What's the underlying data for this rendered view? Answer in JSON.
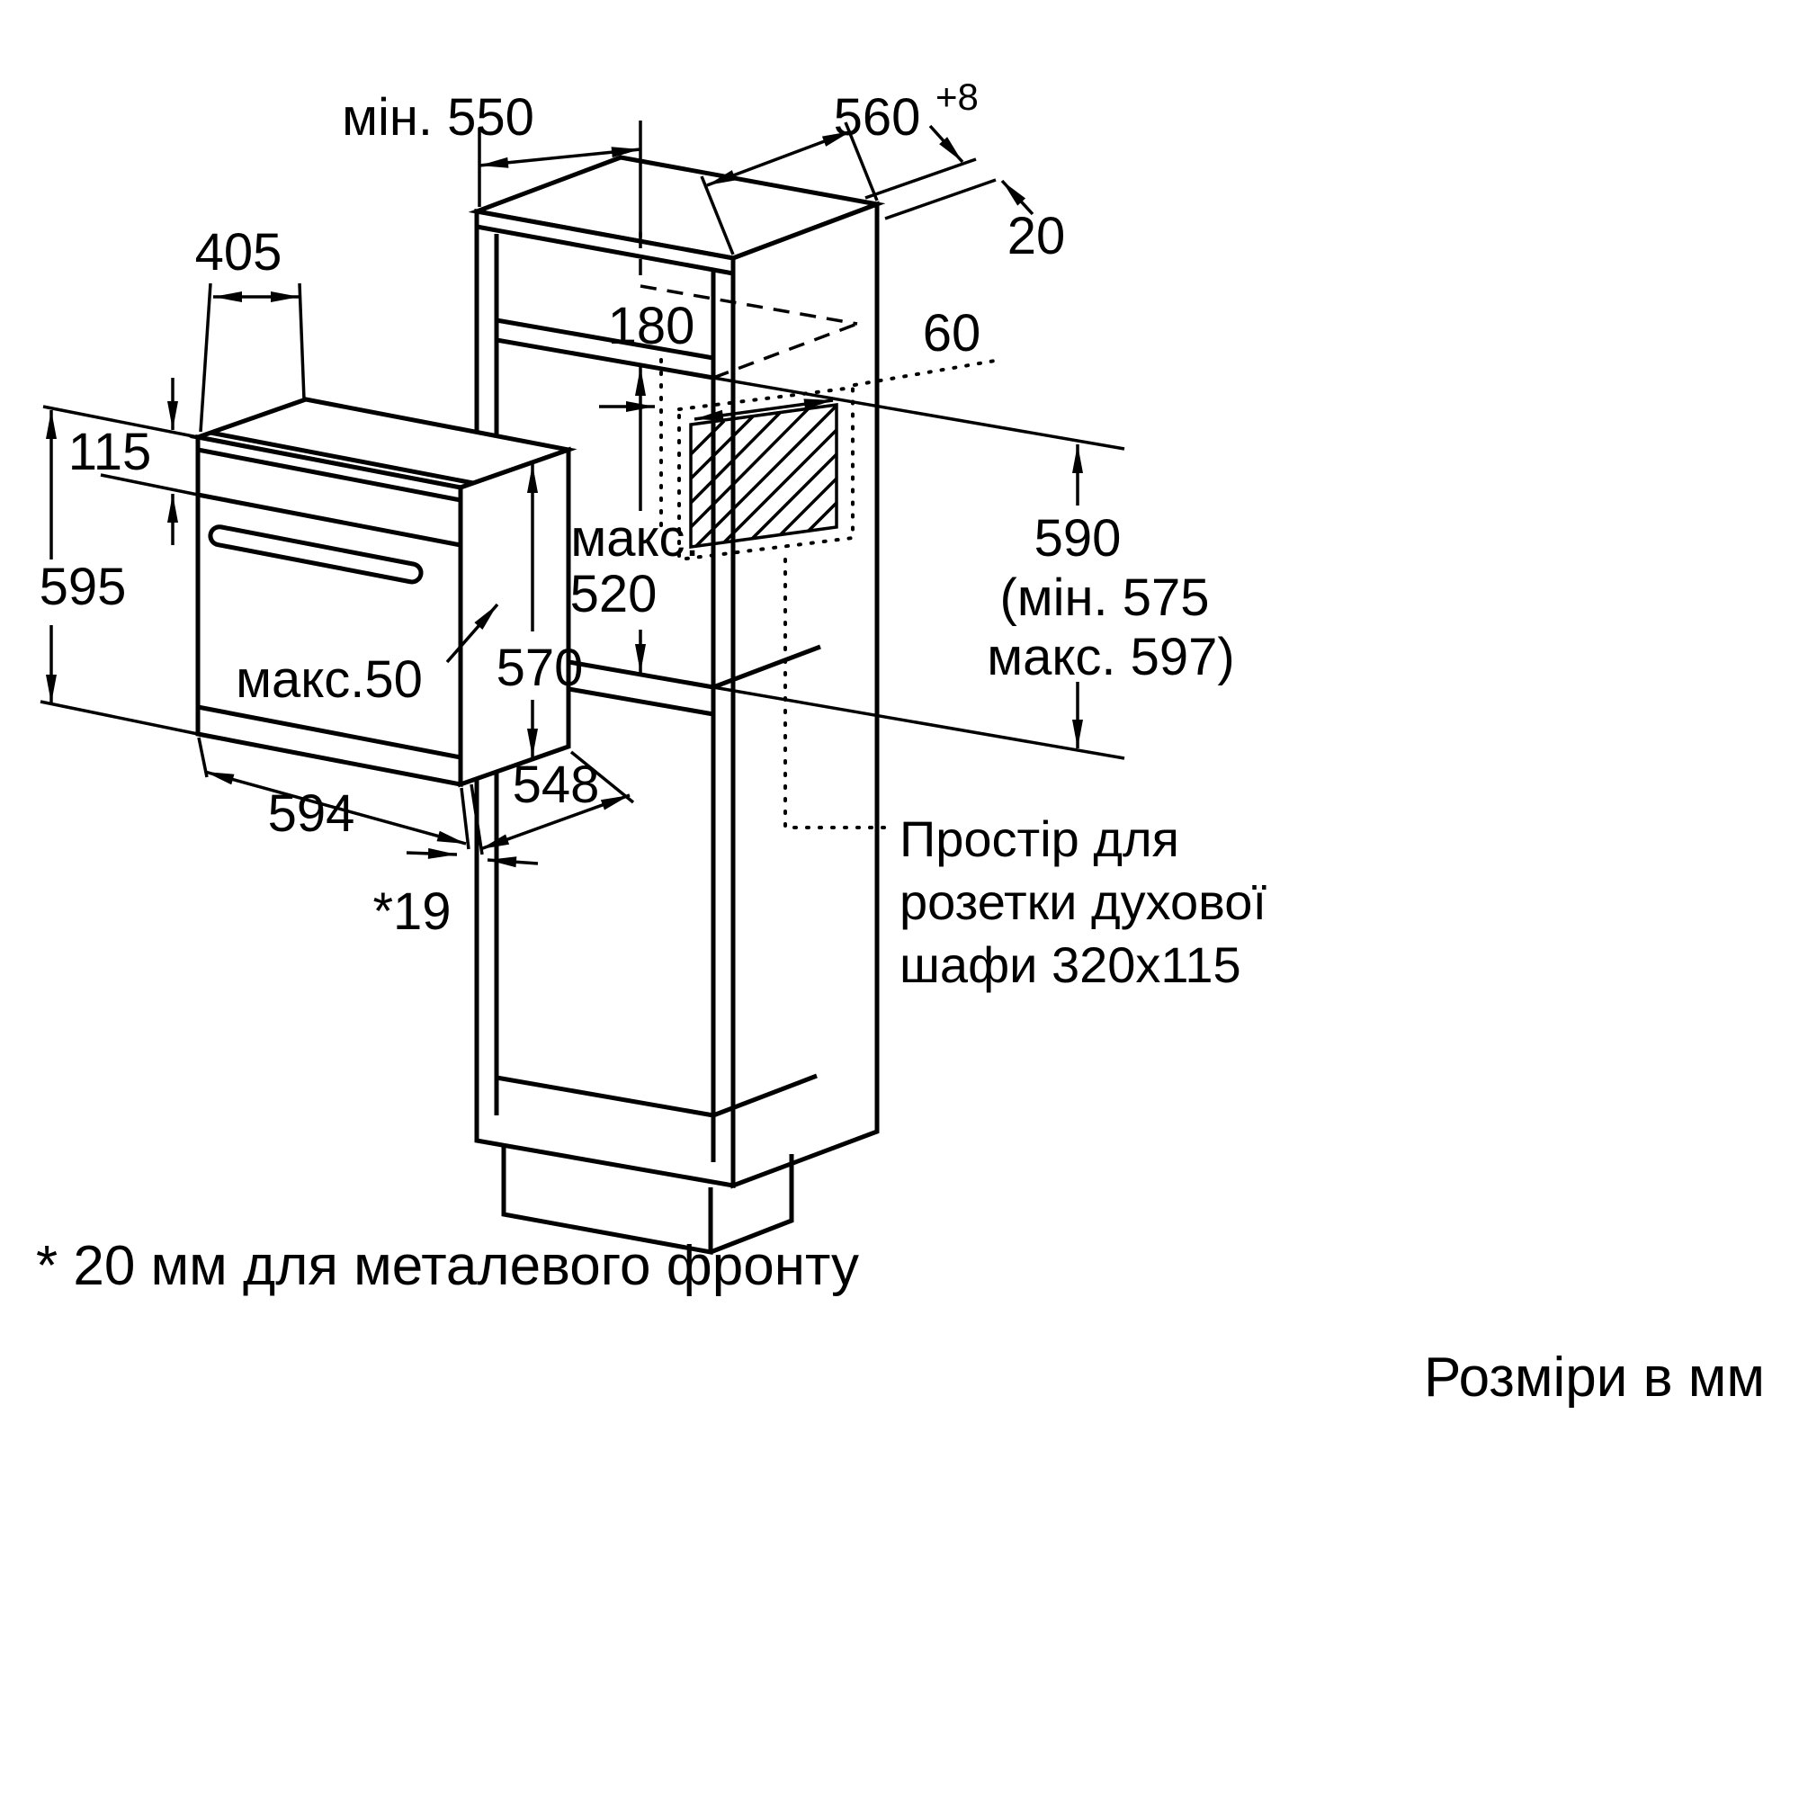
{
  "dims": {
    "min_550": "мін. 550",
    "d560": "560",
    "d560_sup": "+8",
    "d405": "405",
    "d20": "20",
    "d180": "180",
    "d60": "60",
    "d115": "115",
    "d595": "595",
    "maks": "макс.",
    "d520": "520",
    "d570": "570",
    "maks50": "макс.50",
    "d594": "594",
    "d548": "548",
    "star19": "*19",
    "d590": "590",
    "d590_min": "(мін. 575",
    "d590_max": "макс. 597)"
  },
  "notes": {
    "socket_1": "Простір для",
    "socket_2": "розетки духової",
    "socket_3": "шафи 320x115",
    "footnote": "* 20 мм для металевого фронту",
    "units": "Розміри в мм"
  }
}
